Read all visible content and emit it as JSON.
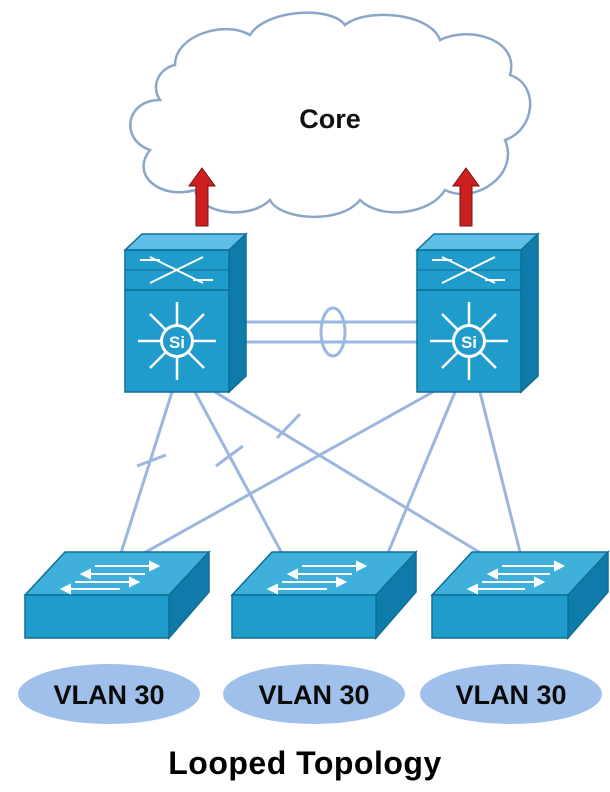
{
  "diagram": {
    "core_label": "Core",
    "distribution_switch_badge": "Si",
    "vlan_labels": [
      "VLAN 30",
      "VLAN 30",
      "VLAN 30"
    ],
    "caption": "Looped Topology",
    "colors": {
      "device_fill": "#1f9ccc",
      "device_stroke": "#0e6f96",
      "link": "#9bb7e0",
      "vlan_ellipse": "#9fc0ea",
      "uplink_arrow": "#cc1f1f",
      "cloud_stroke": "#8aa6c8"
    },
    "icons": {
      "core": "cloud-icon",
      "distribution": "multilayer-switch-icon",
      "access": "workgroup-switch-icon",
      "uplink": "arrow-up-icon",
      "bundle": "etherchannel-icon",
      "blocked": "blocked-port-icon"
    }
  }
}
